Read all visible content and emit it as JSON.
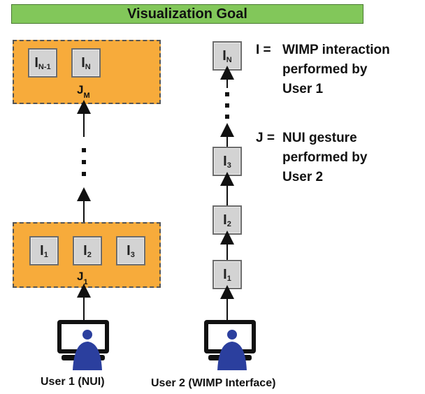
{
  "goal": {
    "label": "Visualization Goal"
  },
  "nui_column": {
    "top_group": {
      "label_main": "J",
      "label_sub": "M",
      "items": [
        {
          "main": "I",
          "sub": "N-1"
        },
        {
          "main": "I",
          "sub": "N"
        }
      ]
    },
    "bottom_group": {
      "label_main": "J",
      "label_sub": "1",
      "items": [
        {
          "main": "I",
          "sub": "1"
        },
        {
          "main": "I",
          "sub": "2"
        },
        {
          "main": "I",
          "sub": "3"
        }
      ]
    },
    "user_caption": "User 1 (NUI)"
  },
  "wimp_column": {
    "items": [
      {
        "main": "I",
        "sub": "N"
      },
      {
        "main": "I",
        "sub": "3"
      },
      {
        "main": "I",
        "sub": "2"
      },
      {
        "main": "I",
        "sub": "1"
      }
    ],
    "user_caption": "User 2 (WIMP Interface)"
  },
  "legend": {
    "i_key": "I =",
    "i_desc": "WIMP interaction\nperformed by\nUser 1",
    "j_key": "J =",
    "j_desc": "NUI gesture\nperformed by\nUser 2"
  },
  "colors": {
    "goal_bg": "#82c75a",
    "group_bg": "#f7ab3b",
    "item_bg": "#d3d3d3",
    "user_icon": "#2b3f9e",
    "monitor": "#111111"
  }
}
